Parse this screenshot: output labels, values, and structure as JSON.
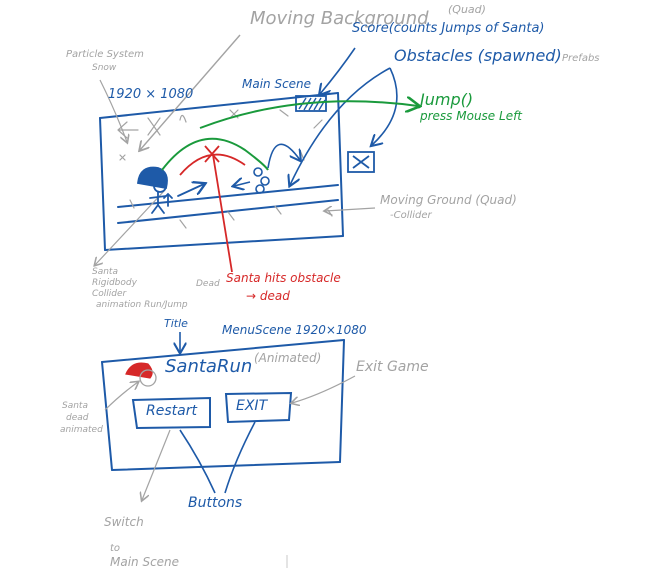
{
  "colors": {
    "blue": "#1e5aa8",
    "gray": "#a3a3a3",
    "green": "#1a9a3c",
    "red": "#d62828"
  },
  "main_scene": {
    "moving_background": "Moving Background",
    "moving_background_note": "(Quad)",
    "particle_line1": "Particle System",
    "particle_line2": "Snow",
    "resolution": "1920 × 1080",
    "title": "Main Scene",
    "score": "Score(counts Jumps of Santa)",
    "obstacles": "Obstacles (spawned)",
    "prefabs": "Prefabs",
    "jump": "Jump()",
    "jump_sub": "press Mouse Left",
    "ground": "Moving Ground (Quad)",
    "ground_sub": "-Collider",
    "santa_line1": "Santa",
    "santa_line2": "Rigidbody",
    "santa_line3": "Collider",
    "santa_line4": "animation Run/Jump",
    "santa_line5": "Dead",
    "hit_line1": "Santa hits obstacle",
    "hit_line2": "→ dead"
  },
  "menu_scene": {
    "title_label": "Title",
    "heading": "MenuScene 1920×1080",
    "game_title": "SantaRun",
    "game_title_note": "(Animated)",
    "exit_note": "Exit Game",
    "dead_line1": "Santa",
    "dead_line2": "dead",
    "dead_line3": "animated",
    "restart_button": "Restart",
    "exit_button": "EXIT",
    "buttons_label": "Buttons",
    "switch_line1": "Switch",
    "switch_line2": "to",
    "switch_line3": "Main Scene"
  }
}
